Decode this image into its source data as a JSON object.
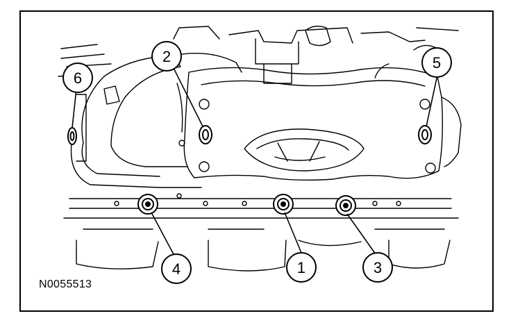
{
  "figure_id": "N0055513",
  "callouts": [
    {
      "number": "1",
      "target": "bolt-1"
    },
    {
      "number": "2",
      "target": "bolt-2"
    },
    {
      "number": "3",
      "target": "bolt-3"
    },
    {
      "number": "4",
      "target": "bolt-4"
    },
    {
      "number": "5",
      "target": "bolt-5"
    },
    {
      "number": "6",
      "target": "bolt-6"
    }
  ]
}
